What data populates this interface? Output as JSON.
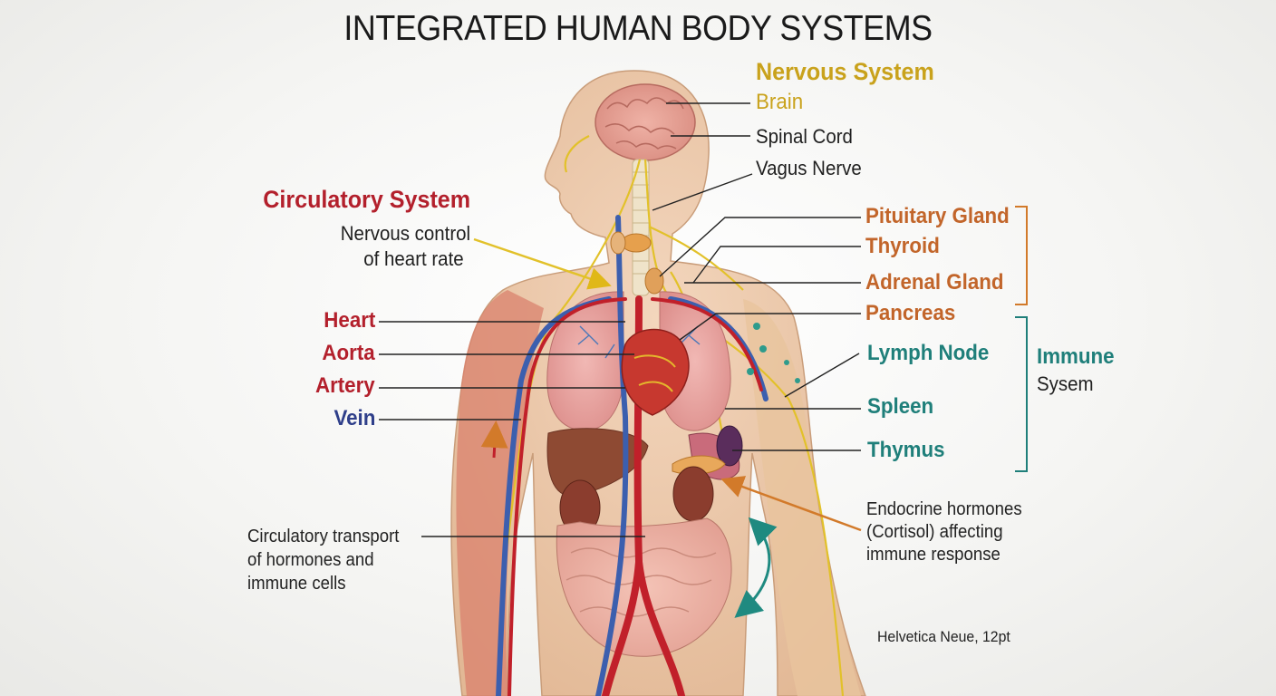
{
  "title": "INTEGRATED HUMAN BODY SYSTEMS",
  "colors": {
    "nervous": "#c9a21c",
    "circulatory": "#b3202c",
    "vein": "#2f3f8a",
    "endocrine": "#c2652a",
    "immune": "#1f7f7a",
    "text": "#1f1f1f"
  },
  "nervous": {
    "header": "Nervous System",
    "brain": "Brain",
    "spinal_cord": "Spinal Cord",
    "vagus_nerve": "Vagus Nerve"
  },
  "circulatory": {
    "header": "Circulatory System",
    "control_line1": "Nervous control",
    "control_line2": "of heart rate",
    "heart": "Heart",
    "aorta": "Aorta",
    "artery": "Artery",
    "vein": "Vein",
    "transport_line1": "Circulatory transport",
    "transport_line2": "of hormones and",
    "transport_line3": "immune cells"
  },
  "endocrine": {
    "pituitary": "Pituitary Gland",
    "thyroid": "Thyroid",
    "adrenal": "Adrenal Gland",
    "pancreas": "Pancreas"
  },
  "immune": {
    "header_line1": "Immune",
    "header_line2": "Sysem",
    "lymph_node": "Lymph Node",
    "spleen": "Spleen",
    "thymus": "Thymus"
  },
  "endocrine_note": {
    "line1": "Endocrine hormones",
    "line2": "(Cortisol) affecting",
    "line3": "immune response"
  },
  "font_note": "Helvetica Neue, 12pt"
}
